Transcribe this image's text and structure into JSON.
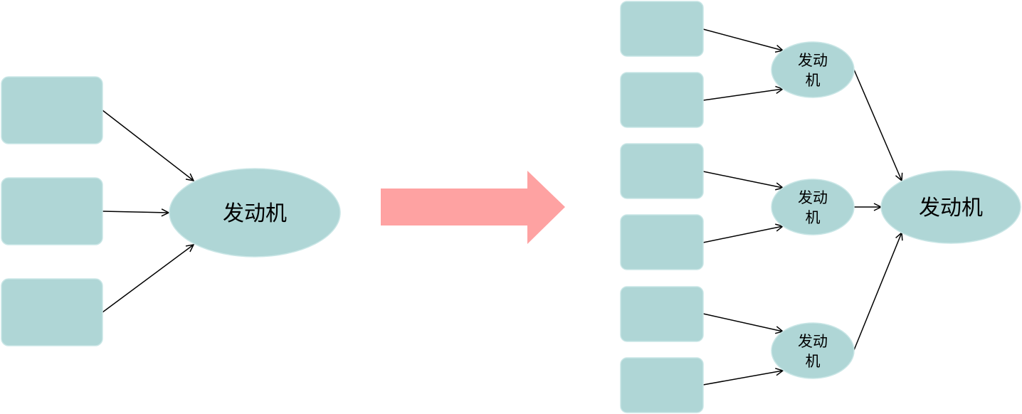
{
  "colors": {
    "node_fill": "#afd6d6",
    "node_stroke": "#c9e6e6",
    "edge": "#000000",
    "big_arrow": "#fea2a2",
    "background": "#ffffff"
  },
  "left": {
    "inputs": [
      "",
      "",
      ""
    ],
    "engine_label": "发动机"
  },
  "transition_icon": "right-arrow-icon",
  "right": {
    "inputs": [
      "",
      "",
      "",
      "",
      "",
      ""
    ],
    "sub_engines": [
      {
        "line1": "发动",
        "line2": "机"
      },
      {
        "line1": "发动",
        "line2": "机"
      },
      {
        "line1": "发动",
        "line2": "机"
      }
    ],
    "engine_label": "发动机"
  }
}
